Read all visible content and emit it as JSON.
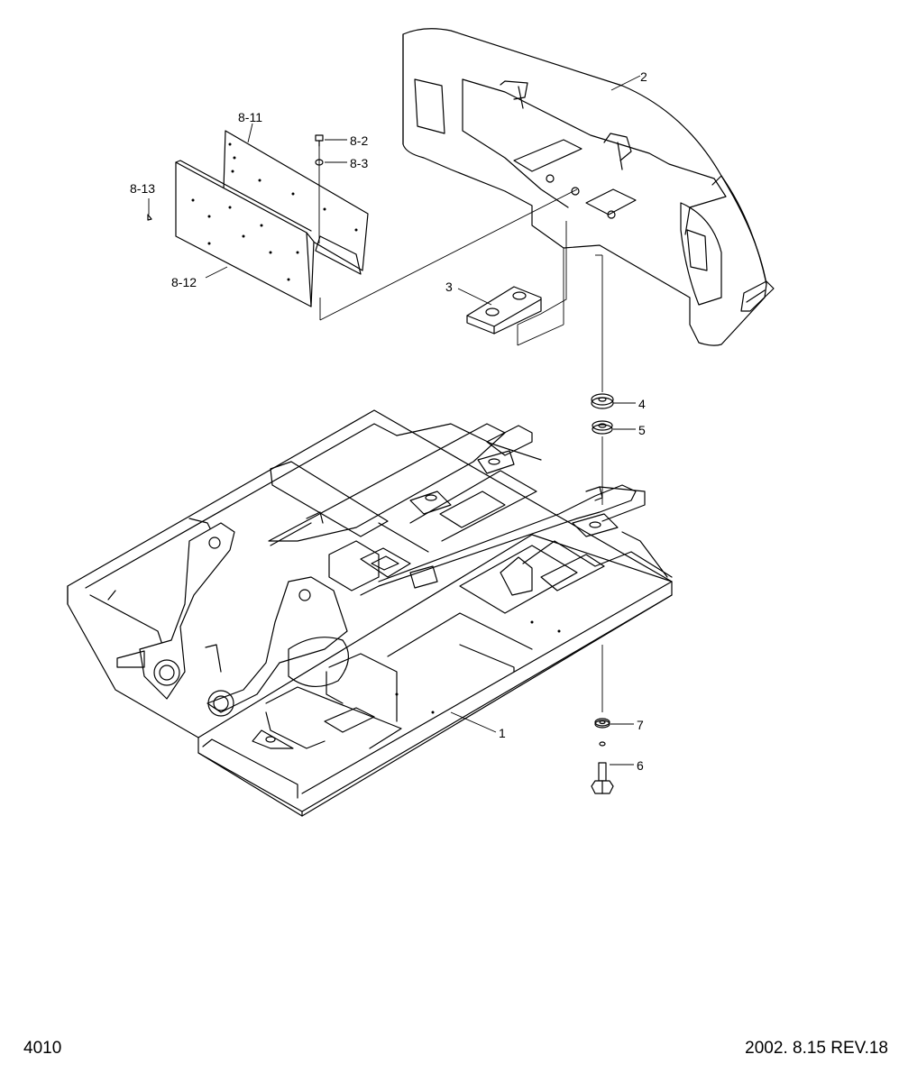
{
  "footer": {
    "page_number": "4010",
    "revision": "2002. 8.15  REV.18"
  },
  "callouts": [
    {
      "key": "p1",
      "label": "1"
    },
    {
      "key": "p2",
      "label": "2"
    },
    {
      "key": "p3",
      "label": "3"
    },
    {
      "key": "p4",
      "label": "4"
    },
    {
      "key": "p5",
      "label": "5"
    },
    {
      "key": "p6",
      "label": "6"
    },
    {
      "key": "p7",
      "label": "7"
    },
    {
      "key": "p8_2",
      "label": "8-2"
    },
    {
      "key": "p8_3",
      "label": "8-3"
    },
    {
      "key": "p8_11",
      "label": "8-11"
    },
    {
      "key": "p8_12",
      "label": "8-12"
    },
    {
      "key": "p8_13",
      "label": "8-13"
    }
  ]
}
